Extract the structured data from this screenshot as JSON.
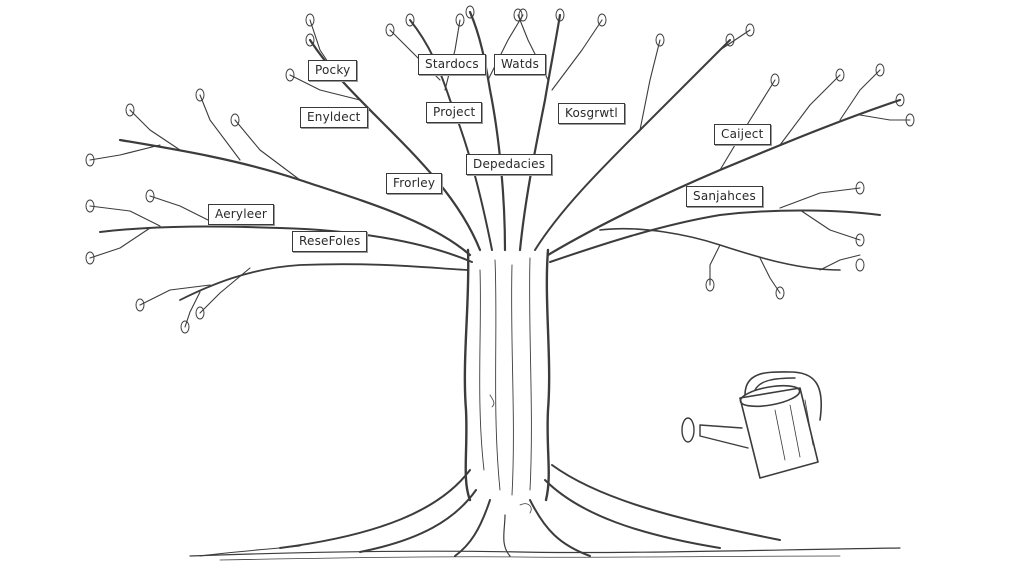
{
  "labels": {
    "pocky": "Pocky",
    "stardocs": "Stardocs",
    "watds": "Watds",
    "enyldect": "Enyldect",
    "project": "Project",
    "kosgrwtl": "Kosgrwtl",
    "caiject": "Caiject",
    "dependacies": "Depedacies",
    "frorley": "Frorley",
    "sanjahces": "Sanjahces",
    "aeryleer": "Aeryleer",
    "resefoles": "ReseFoles"
  },
  "colors": {
    "ink": "#3c3c3c",
    "paper": "#ffffff"
  }
}
